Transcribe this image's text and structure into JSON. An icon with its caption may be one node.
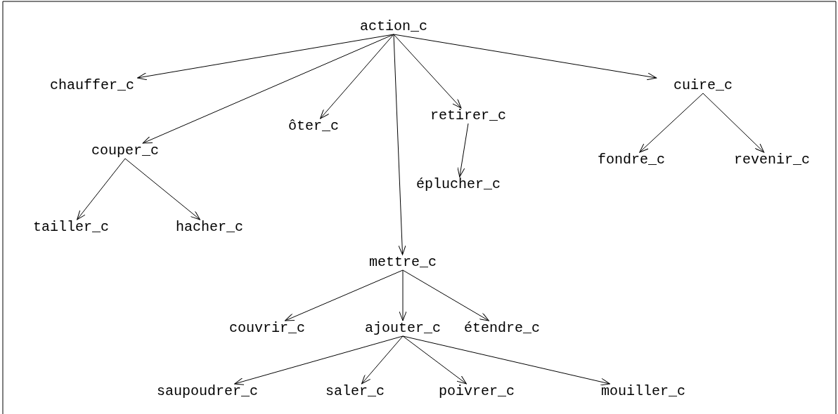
{
  "diagram": {
    "nodes": [
      {
        "text": [
          "action_c"
        ]
      },
      {
        "text": [
          "chauffer_c"
        ]
      },
      {
        "text": [
          "couper_c"
        ]
      },
      {
        "text": [
          "ôter_c"
        ]
      },
      {
        "text": [
          "retirer_c"
        ]
      },
      {
        "text": [
          "cuire_c"
        ]
      },
      {
        "text": [
          "éplucher_c"
        ]
      },
      {
        "text": [
          "fondre_c"
        ]
      },
      {
        "text": [
          "revenir_c"
        ]
      },
      {
        "text": [
          "tailler_c"
        ]
      },
      {
        "text": [
          "hacher_c"
        ]
      },
      {
        "text": [
          "mettre_c"
        ]
      },
      {
        "text": [
          "couvrir_c"
        ]
      },
      {
        "text": [
          "ajouter_c"
        ]
      },
      {
        "text": [
          "étendre_c"
        ]
      },
      {
        "text": [
          "saupoudrer_c"
        ]
      },
      {
        "text": [
          "saler_c"
        ]
      },
      {
        "text": [
          "poivrer_c"
        ]
      },
      {
        "text": [
          "mouiller_c"
        ]
      }
    ],
    "edges": [
      {
        "from": 0,
        "to": 1,
        "arrow": "to"
      },
      {
        "from": 0,
        "to": 2,
        "arrow": "to"
      },
      {
        "from": 0,
        "to": 3,
        "arrow": "to"
      },
      {
        "from": 0,
        "to": 4,
        "arrow": "to"
      },
      {
        "from": 0,
        "to": 5,
        "arrow": "to"
      },
      {
        "from": 0,
        "to": 11,
        "arrow": "to"
      },
      {
        "from": 4,
        "to": 6,
        "arrow": "to"
      },
      {
        "from": 5,
        "to": 7,
        "arrow": "to"
      },
      {
        "from": 5,
        "to": 8,
        "arrow": "to"
      },
      {
        "from": 2,
        "to": 9,
        "arrow": "to"
      },
      {
        "from": 2,
        "to": 10,
        "arrow": "to"
      },
      {
        "from": 11,
        "to": 12,
        "arrow": "to"
      },
      {
        "from": 11,
        "to": 13,
        "arrow": "to"
      },
      {
        "from": 11,
        "to": 14,
        "arrow": "to"
      },
      {
        "from": 13,
        "to": 15,
        "arrow": "to"
      },
      {
        "from": 13,
        "to": 16,
        "arrow": "to"
      },
      {
        "from": 13,
        "to": 17,
        "arrow": "to"
      },
      {
        "from": 13,
        "to": 18,
        "arrow": "to"
      }
    ]
  }
}
